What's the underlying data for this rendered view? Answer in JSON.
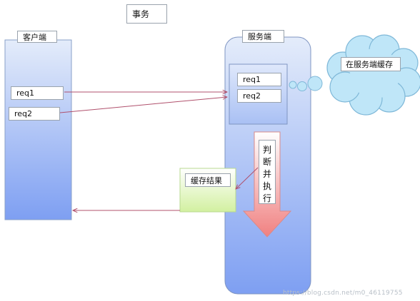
{
  "title": "事务",
  "client": {
    "label": "客户端",
    "requests": [
      "req1",
      "req2"
    ]
  },
  "server": {
    "label": "服务端",
    "queue": [
      "req1",
      "req2"
    ],
    "process_chars": [
      "判",
      "断",
      "并",
      "执",
      "行"
    ]
  },
  "cache": {
    "cloud_label": "在服务端缓存",
    "result_label": "缓存结果"
  },
  "watermark": "https://blog.csdn.net/m0_46119755",
  "colors": {
    "container_top": "#e4ecfa",
    "container_bottom": "#7e9ff2",
    "arrow_line": "#b0506c",
    "process_arrow_top": "#ffffff",
    "process_arrow_bottom": "#f08080",
    "cache_result_top": "#ffffff",
    "cache_result_bottom": "#d2f0a0",
    "cloud_fill": "#bfe6f8",
    "cloud_stroke": "#7fb8d8"
  }
}
